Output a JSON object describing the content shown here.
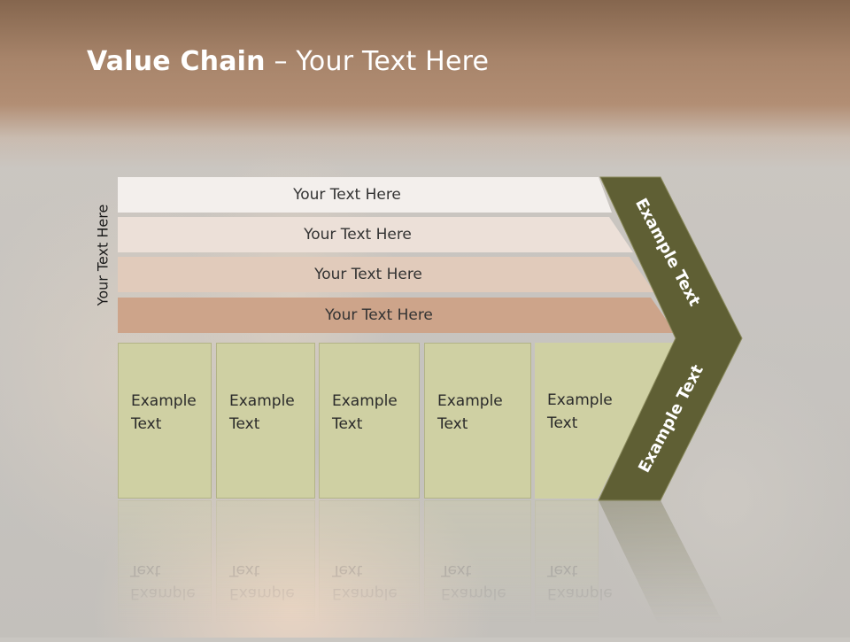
{
  "slide": {
    "title_bold": "Value Chain",
    "title_rest": " – Your Text Here",
    "side_label": "Your Text Here",
    "rows": [
      {
        "label": "Your Text Here"
      },
      {
        "label": "Your Text Here"
      },
      {
        "label": "Your Text Here"
      },
      {
        "label": "Your Text Here"
      }
    ],
    "boxes": [
      {
        "line1": "Example",
        "line2": "Text"
      },
      {
        "line1": "Example",
        "line2": "Text"
      },
      {
        "line1": "Example",
        "line2": "Text"
      },
      {
        "line1": "Example",
        "line2": "Text"
      },
      {
        "line1": "Example",
        "line2": "Text"
      }
    ],
    "chevron_top": "Example Text",
    "chevron_bottom": "Example Text"
  },
  "colors": {
    "title_band": "#a7846a",
    "row_1": "#f3efec",
    "row_2": "#ece0d8",
    "row_3": "#e1cbbb",
    "row_4": "#cda48a",
    "box_fill": "#cfd0a3",
    "chevron": "#5f5f34"
  }
}
